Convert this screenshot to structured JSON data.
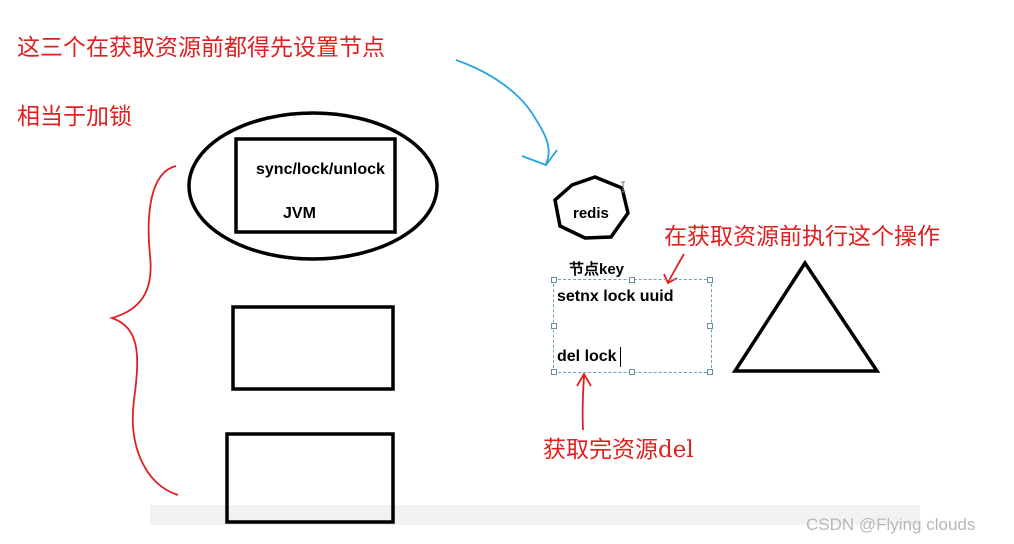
{
  "annotations": {
    "top_note": "这三个在获取资源前都得先设置节点",
    "lock_note": "相当于加锁",
    "before_note": "在获取资源前执行这个操作",
    "after_note": "获取完资源del"
  },
  "jvm_box": {
    "sync_label": "sync/lock/unlock",
    "jvm_label": "JVM"
  },
  "redis": {
    "label": "redis",
    "node_key_label": "节点key"
  },
  "commands": {
    "setnx": "setnx lock uuid",
    "del": "del lock"
  },
  "watermark": "CSDN @Flying  clouds",
  "colors": {
    "annotation_red": "#e02020",
    "arrow_blue": "#29a3e0",
    "shape_stroke": "#000000",
    "selection_dashed": "#6aa3b8"
  }
}
